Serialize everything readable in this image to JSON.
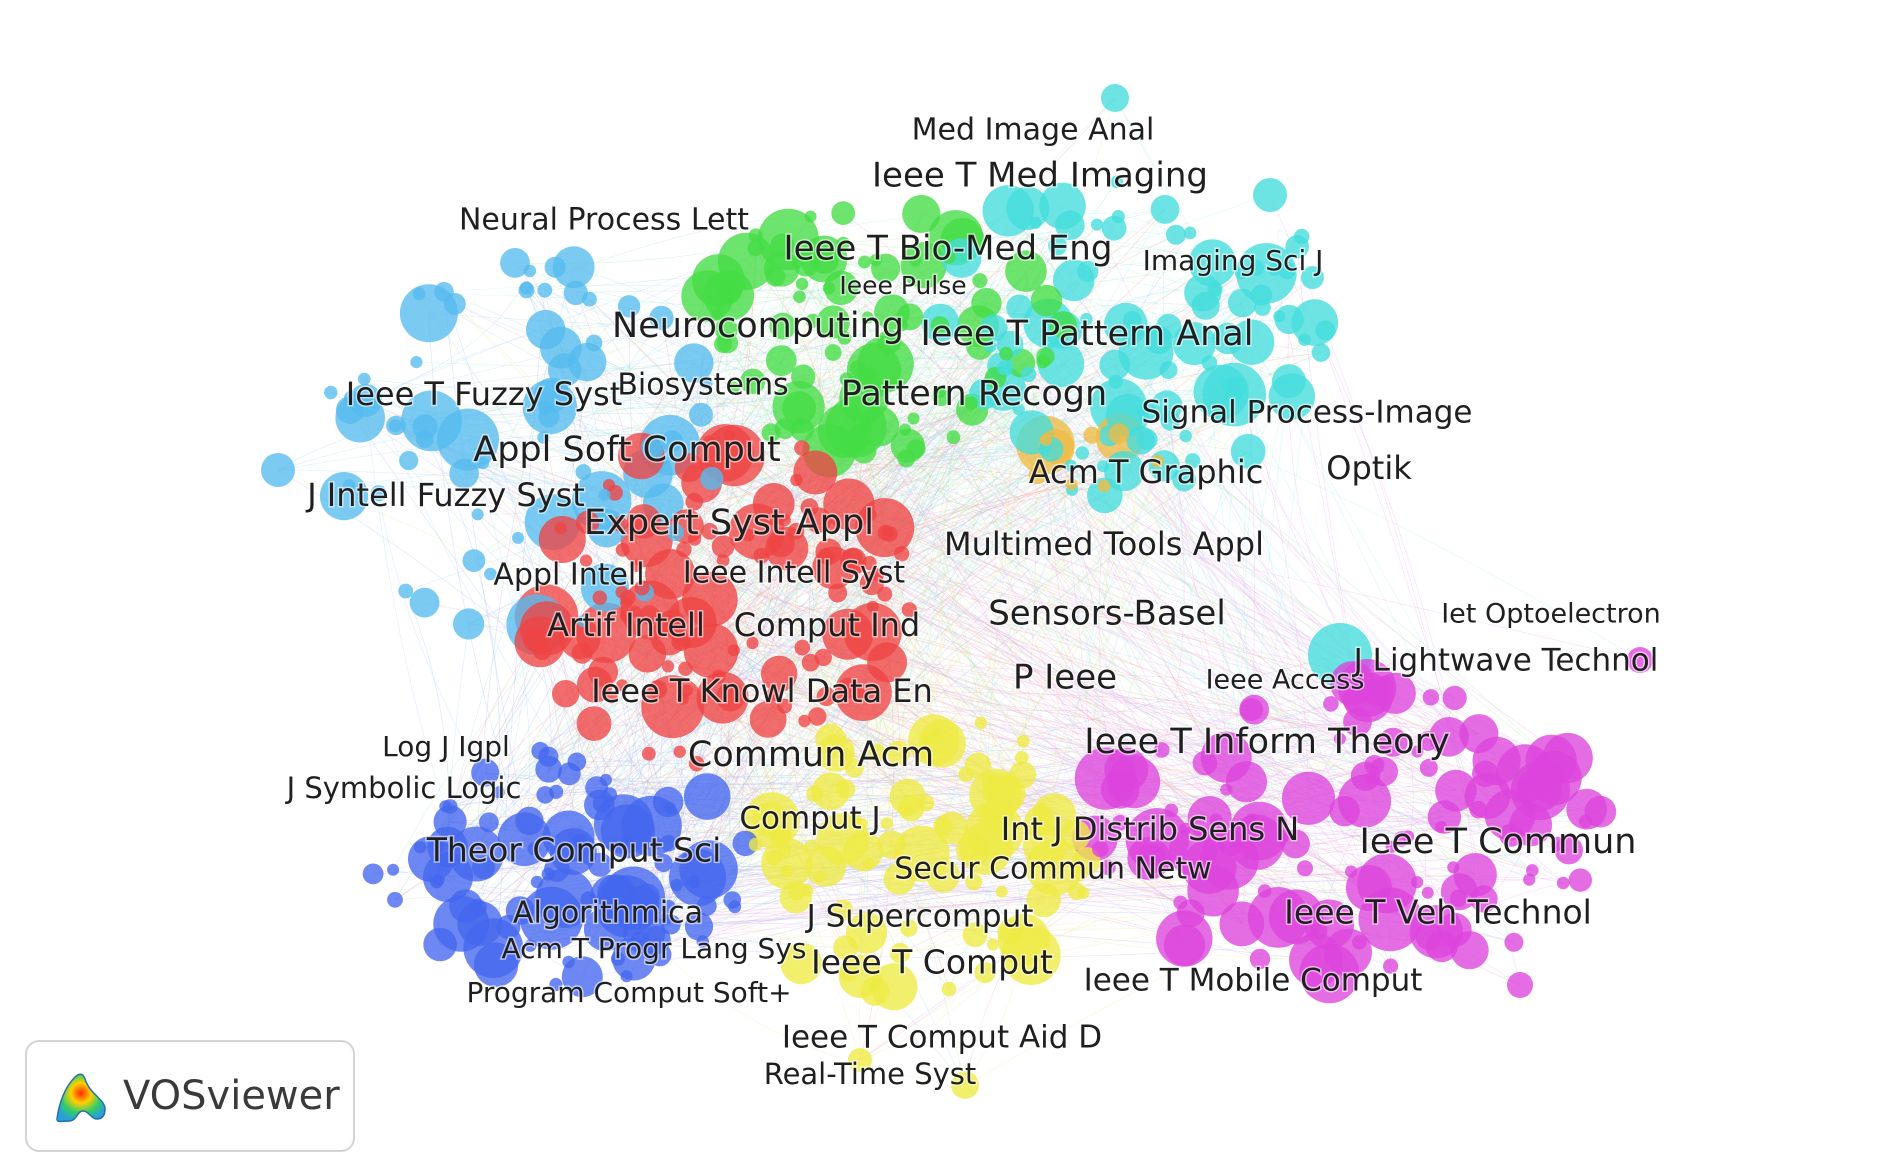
{
  "clusters": {
    "red": "#ee4444",
    "green": "#44dd44",
    "blue": "#4466ee",
    "yellow": "#eeea44",
    "purple": "#dd44dd",
    "lightblue": "#55bbee",
    "cyan": "#44dddd",
    "orange": "#eebb44"
  },
  "labels": [
    {
      "text": "Med Image Anal",
      "cluster": "cyan"
    },
    {
      "text": "Ieee T Med Imaging",
      "cluster": "cyan"
    },
    {
      "text": "Neural Process Lett",
      "cluster": "lightblue"
    },
    {
      "text": "Ieee T Bio-Med Eng",
      "cluster": "green"
    },
    {
      "text": "Ieee Pulse",
      "cluster": "green"
    },
    {
      "text": "Imaging Sci J",
      "cluster": "cyan"
    },
    {
      "text": "Neurocomputing",
      "cluster": "lightblue"
    },
    {
      "text": "Ieee T Pattern Anal",
      "cluster": "cyan"
    },
    {
      "text": "Ieee T Fuzzy Syst",
      "cluster": "lightblue"
    },
    {
      "text": "Biosystems",
      "cluster": "red"
    },
    {
      "text": "Pattern Recogn",
      "cluster": "cyan"
    },
    {
      "text": "Signal Process-Image",
      "cluster": "cyan"
    },
    {
      "text": "Appl Soft Comput",
      "cluster": "lightblue"
    },
    {
      "text": "Optik",
      "cluster": "cyan"
    },
    {
      "text": "Acm T Graphic",
      "cluster": "orange"
    },
    {
      "text": "J Intell Fuzzy Syst",
      "cluster": "lightblue"
    },
    {
      "text": "Expert Syst Appl",
      "cluster": "red"
    },
    {
      "text": "Multimed Tools Appl",
      "cluster": "green"
    },
    {
      "text": "Appl Intell",
      "cluster": "red"
    },
    {
      "text": "Ieee Intell Syst",
      "cluster": "red"
    },
    {
      "text": "Sensors-Basel",
      "cluster": "purple"
    },
    {
      "text": "Iet Optoelectron",
      "cluster": "purple"
    },
    {
      "text": "Artif Intell",
      "cluster": "red"
    },
    {
      "text": "Comput Ind",
      "cluster": "red"
    },
    {
      "text": "P Ieee",
      "cluster": "yellow"
    },
    {
      "text": "Ieee Access",
      "cluster": "purple"
    },
    {
      "text": "J Lightwave Technol",
      "cluster": "purple"
    },
    {
      "text": "Ieee T Knowl Data En",
      "cluster": "red"
    },
    {
      "text": "Ieee T Inform Theory",
      "cluster": "purple"
    },
    {
      "text": "Log J Igpl",
      "cluster": "blue"
    },
    {
      "text": "Commun Acm",
      "cluster": "red"
    },
    {
      "text": "J Symbolic Logic",
      "cluster": "blue"
    },
    {
      "text": "Comput J",
      "cluster": "yellow"
    },
    {
      "text": "Int J Distrib Sens N",
      "cluster": "purple"
    },
    {
      "text": "Ieee T Commun",
      "cluster": "purple"
    },
    {
      "text": "Theor Comput Sci",
      "cluster": "blue"
    },
    {
      "text": "Secur Commun Netw",
      "cluster": "yellow"
    },
    {
      "text": "Algorithmica",
      "cluster": "blue"
    },
    {
      "text": "J Supercomput",
      "cluster": "yellow"
    },
    {
      "text": "Ieee T Veh Technol",
      "cluster": "purple"
    },
    {
      "text": "Acm T Progr Lang Sys",
      "cluster": "blue"
    },
    {
      "text": "Ieee T Comput",
      "cluster": "yellow"
    },
    {
      "text": "Ieee T Mobile Comput",
      "cluster": "purple"
    },
    {
      "text": "Program Comput Soft+",
      "cluster": "blue"
    },
    {
      "text": "Ieee T Comput Aid D",
      "cluster": "yellow"
    },
    {
      "text": "Real-Time Syst",
      "cluster": "yellow"
    }
  ],
  "logo": {
    "name": "VOSviewer",
    "icon": "vosviewer-logo-icon"
  }
}
